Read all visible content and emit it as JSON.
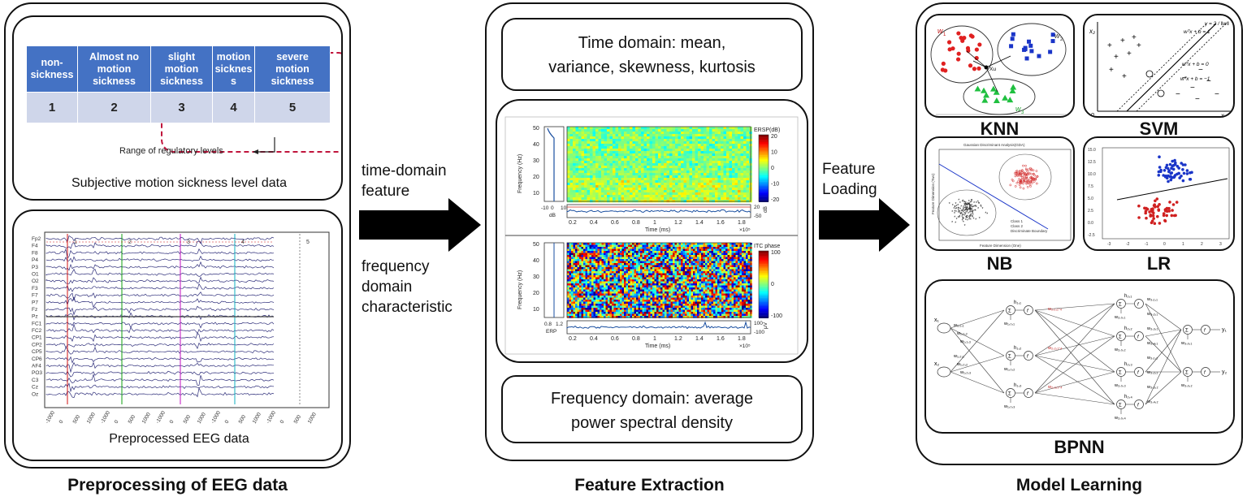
{
  "stage1": {
    "title": "Preprocessing of EEG data",
    "subjective": {
      "caption": "Subjective motion sickness level data",
      "headers": [
        "non-\nsickness",
        "Almost no\nmotion\nsickness",
        "slight\nmotion\nsickness",
        "motion\nsicknes\ns",
        "severe\nmotion\nsickness"
      ],
      "levels": [
        "1",
        "2",
        "3",
        "4",
        "5"
      ],
      "range_label": "Range of regulatory levels"
    },
    "eeg": {
      "caption": "Preprocessed EEG data",
      "channels": [
        "Fp2",
        "F4",
        "F8",
        "P4",
        "P3",
        "O1",
        "O2",
        "F3",
        "F7",
        "P7",
        "Fz",
        "Pz",
        "FC1",
        "FC2",
        "CP1",
        "CP2",
        "CP5",
        "CP6",
        "AF4",
        "PO3",
        "C3",
        "Cz",
        "Oz"
      ],
      "markers": [
        "1",
        "2",
        "3",
        "4",
        "5"
      ],
      "ticks": [
        "-1000",
        "0",
        "500",
        "1000",
        "-1000",
        "0",
        "500",
        "1000",
        "-1000",
        "0",
        "500",
        "1000",
        "-1000",
        "0",
        "500",
        "1000",
        "-1000",
        "0",
        "500",
        "1000"
      ]
    }
  },
  "arrow1": {
    "label1": "time-domain\nfeature",
    "label2": "frequency\ndomain\ncharacteristic"
  },
  "stage2": {
    "title": "Feature Extraction",
    "time_domain": "Time domain: mean,\nvariance, skewness, kurtosis",
    "freq_domain": "Frequency domain: average\npower spectral density",
    "ersp": {
      "colorbar_label": "ERSP(dB)",
      "colorbar_ticks": [
        "20",
        "10",
        "0",
        "-10",
        "-20"
      ],
      "y_label": "Frequency (Hz)",
      "y_ticks": [
        "50",
        "40",
        "30",
        "20",
        "10"
      ],
      "left_ticks": [
        "-10",
        "0",
        "10"
      ],
      "left_unit": "dB",
      "x_label": "Time (ms)",
      "x_ticks": [
        "0.2",
        "0.4",
        "0.6",
        "0.8",
        "1",
        "1.2",
        "1.4",
        "1.6",
        "1.8"
      ],
      "exponent": "×10⁵",
      "trace_ticks": [
        "20",
        "-50"
      ],
      "trace_unit": "dB"
    },
    "itc": {
      "colorbar_label": "ITC phase",
      "colorbar_ticks": [
        "100",
        "0",
        "-100"
      ],
      "y_label": "Frequency (Hz)",
      "y_ticks": [
        "50",
        "40",
        "30",
        "20",
        "10"
      ],
      "left_ticks": [
        "0.8",
        "1.2"
      ],
      "left_label": "ERP",
      "x_label": "Time (ms)",
      "x_ticks": [
        "0.2",
        "0.4",
        "0.6",
        "0.8",
        "1",
        "1.2",
        "1.4",
        "1.6",
        "1.8"
      ],
      "exponent": "×10⁵",
      "trace_ticks": [
        "100",
        "-100"
      ],
      "trace_unit": "μV"
    }
  },
  "arrow2": {
    "label": "Feature\nLoading"
  },
  "stage3": {
    "title": "Model Learning",
    "models": {
      "knn": "KNN",
      "svm": "SVM",
      "nb": "NB",
      "lr": "LR",
      "bpnn": "BPNN"
    },
    "knn_plot": {
      "w1": "w",
      "w1_sub": "1",
      "w2": "w",
      "w2_sub": "2",
      "w3": "w",
      "w3_sub": "3",
      "xu": "Xu"
    },
    "svm_plot": {
      "gamma": "γ = 2 / ‖w‖",
      "line1": "wᵀx + b = 1",
      "line0": "wᵀx + b = 0",
      "linem1": "wᵀx + b = −1",
      "x1": "x₁",
      "x2": "x₂",
      "origin": "o"
    },
    "nb_plot": {
      "title": "Gaussian Discriminant Analysis(GDA)",
      "legend": [
        "Class 1",
        "Class 2",
        "Discriminate Boundary"
      ],
      "xlabel": "Feature Dimension (One)",
      "ylabel": "Feature Dimension (Two)"
    },
    "lr_plot": {
      "y_ticks": [
        "15.0",
        "12.5",
        "10.0",
        "7.5",
        "5.0",
        "2.5",
        "0.0",
        "-2.5"
      ],
      "x_ticks": [
        "-3",
        "-2",
        "-1",
        "0",
        "1",
        "2",
        "3"
      ]
    },
    "bpnn_plot": {
      "inputs": [
        "x₁",
        "x₂"
      ],
      "outputs": [
        "y₁",
        "y₂"
      ],
      "hidden1": [
        "h₁,₁",
        "h₁,₂",
        "h₁,₃"
      ],
      "hidden2": [
        "h₂,₁",
        "h₂,₂",
        "h₂,₃",
        "h₂,₄"
      ],
      "input_weights": [
        "w₁,₁,₁",
        "w₁,₁,₂",
        "w₁,₁,₃",
        "w₁,₂,₁",
        "w₁,₂,₂",
        "w₁,₂,₃"
      ],
      "bias1": [
        "w₁,₀,₁",
        "w₁,₀,₂",
        "w₁,₀,₃"
      ],
      "bias2": [
        "w₂,₀,₁",
        "w₂,₀,₂",
        "w₂,₀,₃",
        "w₂,₀,₄"
      ],
      "hidden_weights": [
        "w₂,₁,₁-₄",
        "w₂,₂,₁-₄",
        "w₂,₃,₁-₄"
      ],
      "output_weights": [
        "w₃,₁,₁",
        "w₃,₂,₁",
        "w₃,₃,₁",
        "w₃,₄,₁",
        "w₃,₁,₂",
        "w₃,₂,₂",
        "w₃,₃,₂",
        "w₃,₄,₂"
      ],
      "bias3": [
        "w₃,₀,₁",
        "w₃,₀,₂"
      ],
      "sum_symbol": "Σ",
      "act_symbol": "f"
    }
  }
}
